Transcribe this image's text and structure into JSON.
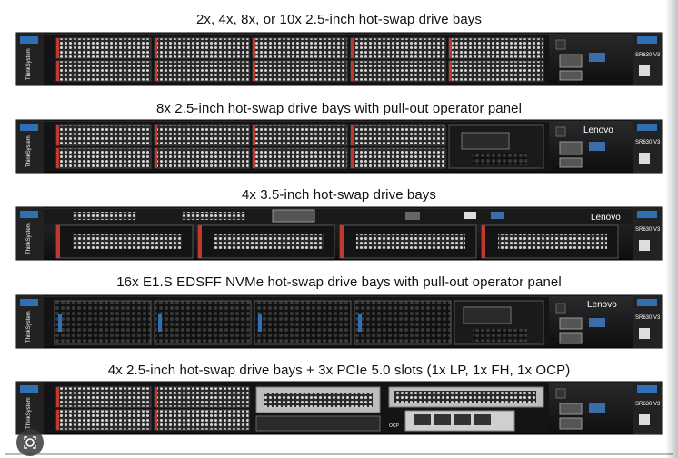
{
  "captions": {
    "row1": "2x, 4x, 8x, or 10x 2.5-inch hot-swap drive bays",
    "row2": "8x 2.5-inch hot-swap drive bays with pull-out operator panel",
    "row3": "4x 3.5-inch hot-swap drive bays",
    "row4": "16x E1.S EDSFF NVMe hot-swap drive bays with pull-out operator panel",
    "row5": "4x 2.5-inch hot-swap drive bays + 3x PCIe 5.0 slots (1x LP, 1x FH, 1x OCP)"
  },
  "server_labels": {
    "brand_ear": "ThinkSystem",
    "model": "SR630 V3",
    "logo": "Lenovo",
    "ocp": "OCP"
  },
  "colors": {
    "chassis": "#1c1c1e",
    "drive_latch": "#c0392b",
    "nvme_accent": "#2f6fb3"
  }
}
